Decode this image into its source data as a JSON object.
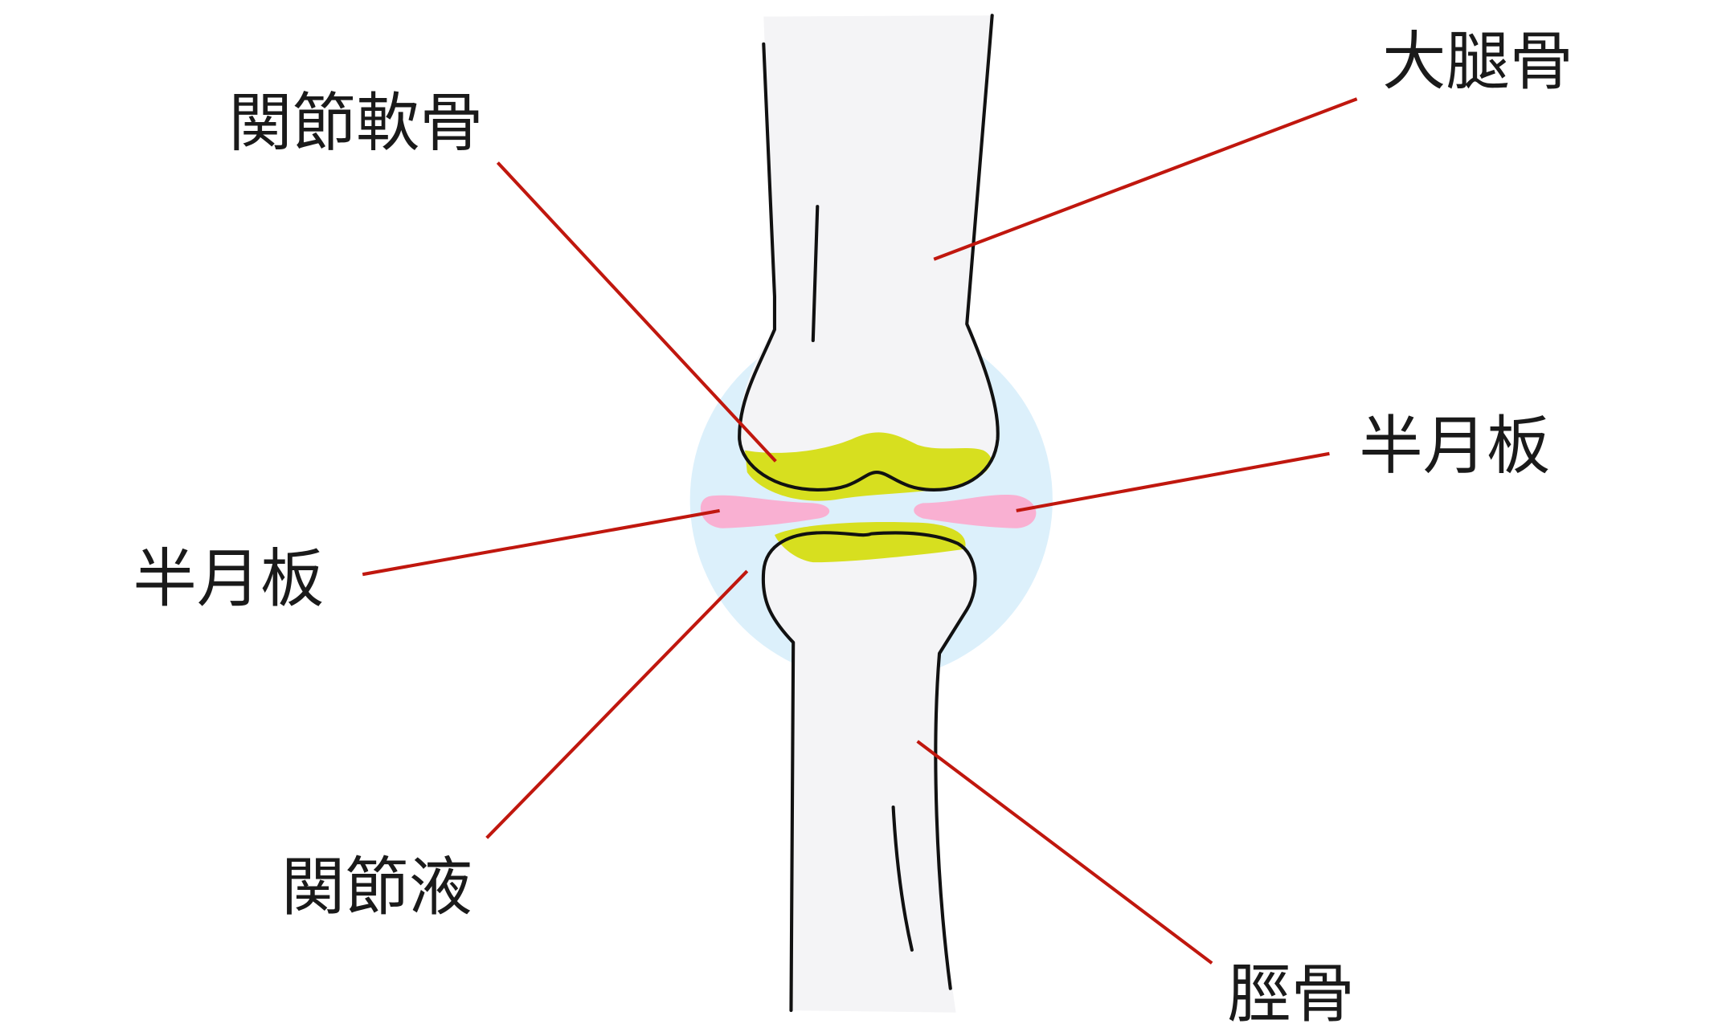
{
  "labels": {
    "femur": "大腿骨",
    "articular_cartilage": "関節軟骨",
    "meniscus_right": "半月板",
    "meniscus_left": "半月板",
    "synovial_fluid": "関節液",
    "tibia": "脛骨"
  },
  "colors": {
    "bone": "#f4f4f6",
    "cartilage": "#d7df1f",
    "meniscus": "#f9b0d2",
    "synovial_capsule": "#dcf0fb",
    "leader_line": "#c0170e"
  }
}
